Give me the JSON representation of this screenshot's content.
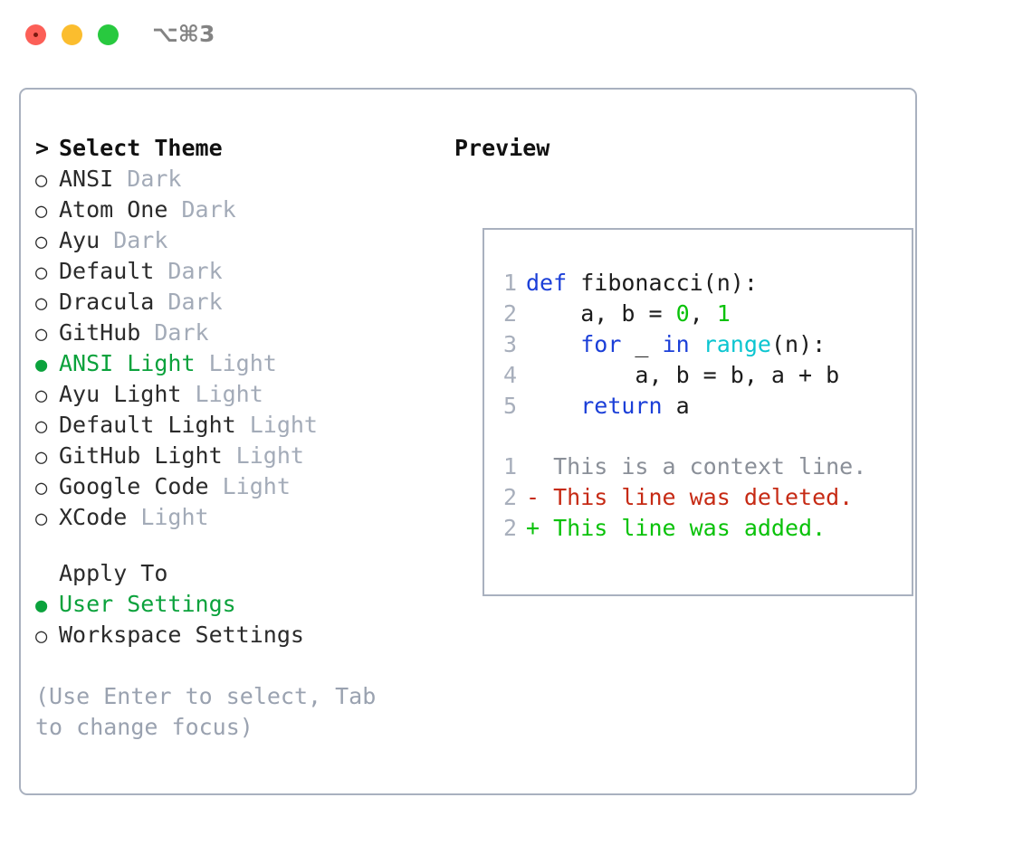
{
  "window": {
    "shortcut_label": "⌥⌘3",
    "traffic_lights": [
      "close",
      "minimize",
      "zoom"
    ]
  },
  "left": {
    "prompt_marker": ">",
    "title": "Select Theme",
    "themes": [
      {
        "selected": false,
        "bullet": "○",
        "name": "ANSI",
        "suffix": "Dark"
      },
      {
        "selected": false,
        "bullet": "○",
        "name": "Atom One",
        "suffix": "Dark"
      },
      {
        "selected": false,
        "bullet": "○",
        "name": "Ayu",
        "suffix": "Dark"
      },
      {
        "selected": false,
        "bullet": "○",
        "name": "Default",
        "suffix": "Dark"
      },
      {
        "selected": false,
        "bullet": "○",
        "name": "Dracula",
        "suffix": "Dark"
      },
      {
        "selected": false,
        "bullet": "○",
        "name": "GitHub",
        "suffix": "Dark"
      },
      {
        "selected": true,
        "bullet": "●",
        "name": "ANSI Light",
        "suffix": "Light"
      },
      {
        "selected": false,
        "bullet": "○",
        "name": "Ayu Light",
        "suffix": "Light"
      },
      {
        "selected": false,
        "bullet": "○",
        "name": "Default Light",
        "suffix": "Light"
      },
      {
        "selected": false,
        "bullet": "○",
        "name": "GitHub Light",
        "suffix": "Light"
      },
      {
        "selected": false,
        "bullet": "○",
        "name": "Google Code",
        "suffix": "Light"
      },
      {
        "selected": false,
        "bullet": "○",
        "name": "XCode",
        "suffix": "Light"
      }
    ],
    "apply_to_label": "Apply To",
    "apply_to_options": [
      {
        "selected": true,
        "bullet": "●",
        "name": "User Settings"
      },
      {
        "selected": false,
        "bullet": "○",
        "name": "Workspace Settings"
      }
    ],
    "hint": "(Use Enter to select, Tab to change focus)"
  },
  "right": {
    "preview_title": "Preview",
    "code": [
      {
        "ln": "1",
        "tokens": [
          {
            "t": "def ",
            "c": "kw"
          },
          {
            "t": "fibonacci(n):",
            "c": "plain"
          }
        ]
      },
      {
        "ln": "2",
        "tokens": [
          {
            "t": "    a, b = ",
            "c": "plain"
          },
          {
            "t": "0",
            "c": "num"
          },
          {
            "t": ", ",
            "c": "plain"
          },
          {
            "t": "1",
            "c": "num"
          }
        ]
      },
      {
        "ln": "3",
        "tokens": [
          {
            "t": "    ",
            "c": "plain"
          },
          {
            "t": "for",
            "c": "kw"
          },
          {
            "t": " _ ",
            "c": "plain"
          },
          {
            "t": "in",
            "c": "kw"
          },
          {
            "t": " ",
            "c": "plain"
          },
          {
            "t": "range",
            "c": "fn"
          },
          {
            "t": "(n):",
            "c": "plain"
          }
        ]
      },
      {
        "ln": "4",
        "tokens": [
          {
            "t": "        a, b = b, a + b",
            "c": "plain"
          }
        ]
      },
      {
        "ln": "5",
        "tokens": [
          {
            "t": "    ",
            "c": "plain"
          },
          {
            "t": "return",
            "c": "kw"
          },
          {
            "t": " a",
            "c": "plain"
          }
        ]
      }
    ],
    "diff": [
      {
        "ln": "1",
        "tokens": [
          {
            "t": "  This is a context line.",
            "c": "ctx"
          }
        ]
      },
      {
        "ln": "2",
        "tokens": [
          {
            "t": "- This line was deleted.",
            "c": "del"
          }
        ]
      },
      {
        "ln": "2",
        "tokens": [
          {
            "t": "+ This line was added.",
            "c": "add"
          }
        ]
      }
    ]
  },
  "colors": {
    "accent_green": "#0ba23c",
    "diff_add": "#0ac20a",
    "diff_del": "#c62a14",
    "keyword_blue": "#1b3fd8",
    "function_cyan": "#0bc5d0",
    "muted_gray": "#a3abb8",
    "border": "#a9b1bf"
  }
}
